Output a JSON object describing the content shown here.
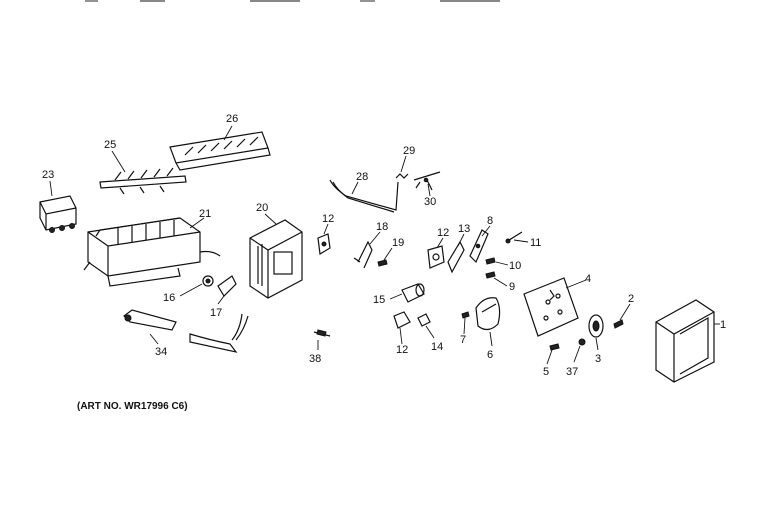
{
  "art_number": "(ART NO. WR17996 C6)",
  "callouts": [
    "26",
    "25",
    "23",
    "21",
    "20",
    "12",
    "28",
    "29",
    "30",
    "18",
    "19",
    "12",
    "13",
    "8",
    "11",
    "10",
    "9",
    "4",
    "2",
    "1",
    "16",
    "17",
    "15",
    "34",
    "38",
    "12",
    "14",
    "7",
    "6",
    "5",
    "37",
    "3"
  ]
}
